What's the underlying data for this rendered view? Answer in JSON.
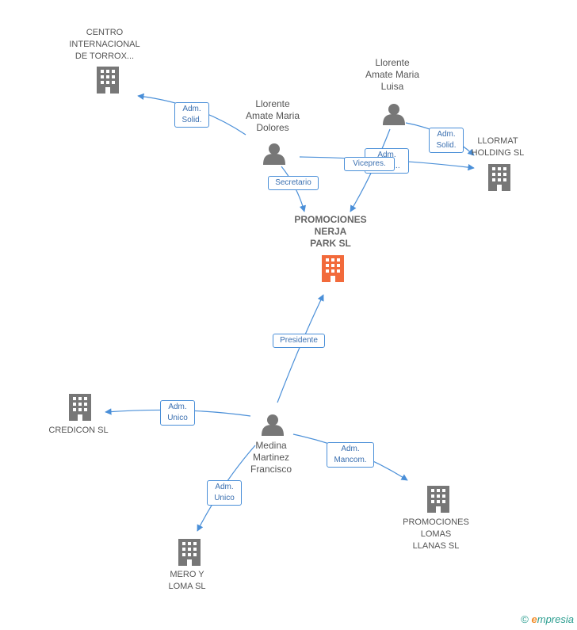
{
  "colors": {
    "accent": "#4a8fd8",
    "highlight": "#f26a3b",
    "node": "#777777"
  },
  "nodes": {
    "center": {
      "label": "PROMOCIONES\nNERJA\nPARK SL"
    },
    "centro": {
      "label": "CENTRO\nINTERNACIONAL\nDE TORROX..."
    },
    "dolores": {
      "label": "Llorente\nAmate Maria\nDolores"
    },
    "luisa": {
      "label": "Llorente\nAmate Maria\nLuisa"
    },
    "llormat": {
      "label": "LLORMAT\nHOLDING SL"
    },
    "medina": {
      "label": "Medina\nMartinez\nFrancisco"
    },
    "credicon": {
      "label": "CREDICON SL"
    },
    "lomas": {
      "label": "PROMOCIONES\nLOMAS\nLLANAS SL"
    },
    "mero": {
      "label": "MERO Y\nLOMA SL"
    }
  },
  "edges": {
    "dolores_centro": "Adm.\nSolid.",
    "dolores_center": "Secretario",
    "dolores_llormat": "Adm.\nSolid....",
    "luisa_center": "Vicepres.",
    "luisa_llormat": "Adm.\nSolid.",
    "medina_center": "Presidente",
    "medina_credicon": "Adm.\nUnico",
    "medina_lomas": "Adm.\nMancom.",
    "medina_mero": "Adm.\nUnico"
  },
  "footer": {
    "copyright_symbol": "©",
    "brand_initial": "e",
    "brand_rest": "mpresia"
  }
}
